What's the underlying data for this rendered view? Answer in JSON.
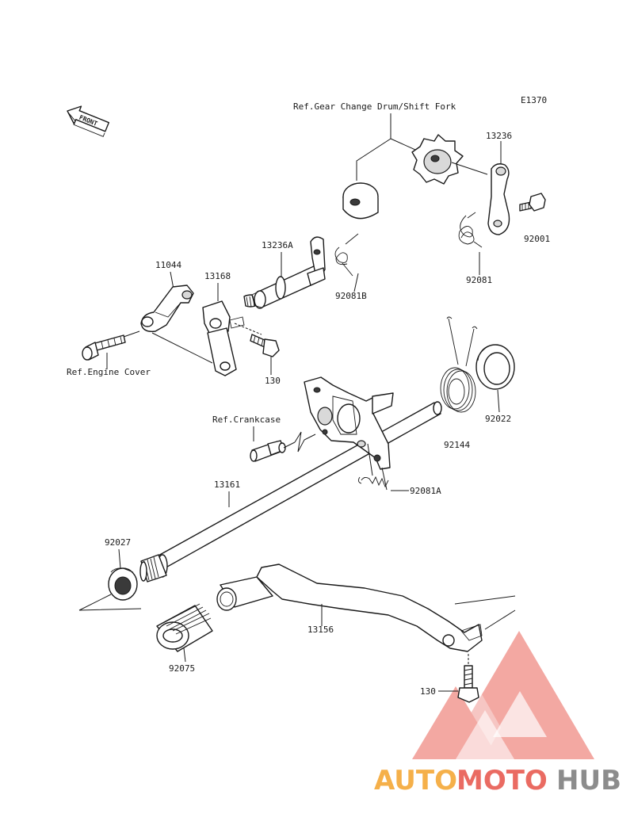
{
  "diagram": {
    "code": "E1370",
    "direction_arrow": "FRONT",
    "refs": {
      "gear_change": "Ref.Gear Change Drum/Shift Fork",
      "engine_cover": "Ref.Engine Cover",
      "crankcase": "Ref.Crankcase"
    },
    "parts": [
      {
        "id": "p13236",
        "label": "13236"
      },
      {
        "id": "p92001",
        "label": "92001"
      },
      {
        "id": "p92081",
        "label": "92081"
      },
      {
        "id": "p13236A",
        "label": "13236A"
      },
      {
        "id": "p92081B",
        "label": "92081B"
      },
      {
        "id": "p11044",
        "label": "11044"
      },
      {
        "id": "p13168",
        "label": "13168"
      },
      {
        "id": "p130a",
        "label": "130"
      },
      {
        "id": "p92022",
        "label": "92022"
      },
      {
        "id": "p92144",
        "label": "92144"
      },
      {
        "id": "p92081A",
        "label": "92081A"
      },
      {
        "id": "p13161",
        "label": "13161"
      },
      {
        "id": "p92027",
        "label": "92027"
      },
      {
        "id": "p13156",
        "label": "13156"
      },
      {
        "id": "p92075",
        "label": "92075"
      },
      {
        "id": "p130b",
        "label": "130"
      }
    ]
  },
  "watermark": {
    "part1": "AUTO",
    "part2": "MOTO",
    "part3": "HUB",
    "color_orange": "#f5b04a",
    "color_red": "#ea6b62",
    "color_gray": "#8c8c8c"
  }
}
